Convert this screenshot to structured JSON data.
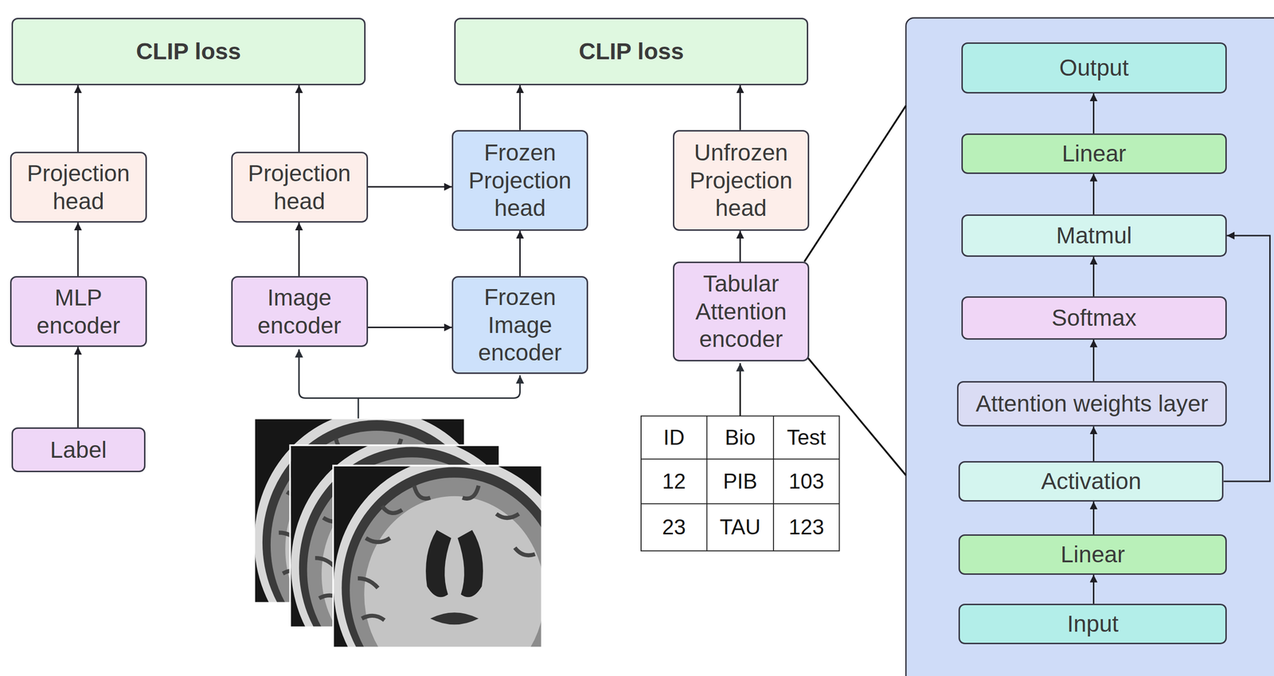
{
  "diagram": {
    "nodes": [
      {
        "text": [
          "CLIP loss"
        ]
      },
      {
        "text": [
          "CLIP loss"
        ]
      },
      {
        "text": [
          "Projection head"
        ]
      },
      {
        "text": [
          "Projection head"
        ]
      },
      {
        "text": [
          "Frozen Projection head"
        ]
      },
      {
        "text": [
          "Unfrozen Projection head"
        ]
      },
      {
        "text": [
          "MLP encoder"
        ]
      },
      {
        "text": [
          "Image encoder"
        ]
      },
      {
        "text": [
          "Frozen Image encoder"
        ]
      },
      {
        "text": [
          "Tabular Attention encoder"
        ]
      },
      {
        "text": [
          "Label"
        ]
      },
      {
        "text": [
          "Output"
        ]
      },
      {
        "text": [
          "Linear"
        ]
      },
      {
        "text": [
          "Matmul"
        ]
      },
      {
        "text": [
          "Softmax"
        ]
      },
      {
        "text": [
          "Attention weights layer"
        ]
      },
      {
        "text": [
          "Activation"
        ]
      },
      {
        "text": [
          "Linear"
        ]
      },
      {
        "text": [
          "Input"
        ]
      }
    ],
    "edges": [
      {
        "from": 10,
        "to": 6,
        "arrow": "to"
      },
      {
        "from": 6,
        "to": 2,
        "arrow": "to"
      },
      {
        "from": 2,
        "to": 0,
        "arrow": "to"
      },
      {
        "from": 7,
        "to": 3,
        "arrow": "to"
      },
      {
        "from": 3,
        "to": 0,
        "arrow": "to"
      },
      {
        "from": 3,
        "to": 4,
        "arrow": "to"
      },
      {
        "from": 7,
        "to": 8,
        "arrow": "to"
      },
      {
        "from": 8,
        "to": 4,
        "arrow": "to"
      },
      {
        "from": 4,
        "to": 1,
        "arrow": "to"
      },
      {
        "from": 9,
        "to": 5,
        "arrow": "to"
      },
      {
        "from": 5,
        "to": 1,
        "arrow": "to"
      },
      {
        "from": 18,
        "to": 17,
        "arrow": "to"
      },
      {
        "from": 17,
        "to": 16,
        "arrow": "to"
      },
      {
        "from": 16,
        "to": 15,
        "arrow": "to"
      },
      {
        "from": 15,
        "to": 14,
        "arrow": "to"
      },
      {
        "from": 14,
        "to": 13,
        "arrow": "to"
      },
      {
        "from": 13,
        "to": 12,
        "arrow": "to"
      },
      {
        "from": 12,
        "to": 11,
        "arrow": "to"
      },
      {
        "from": 16,
        "to": 13,
        "arrow": "to"
      }
    ],
    "labels": [
      "ID",
      "Bio",
      "Test",
      "12",
      "PIB",
      "103",
      "23",
      "TAU",
      "123"
    ]
  }
}
